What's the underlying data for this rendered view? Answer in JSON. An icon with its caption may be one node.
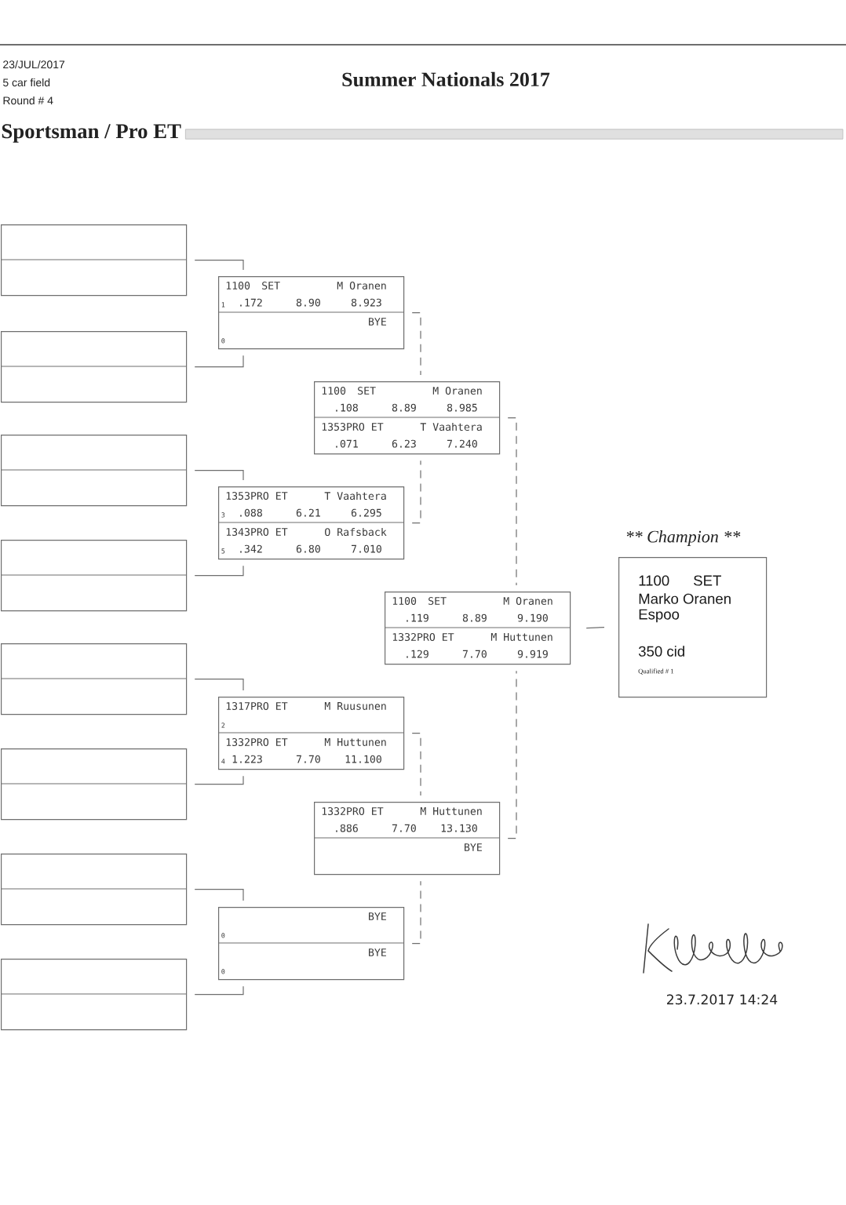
{
  "diagram": {
    "title": "Summer Nationals 2017",
    "nodes": [
      {
        "text": [],
        "shape": "box"
      },
      {
        "text": [],
        "shape": "box"
      },
      {
        "text": [],
        "shape": "box"
      },
      {
        "text": [],
        "shape": "box"
      },
      {
        "text": [],
        "shape": "box"
      },
      {
        "text": [],
        "shape": "box"
      },
      {
        "text": [],
        "shape": "box"
      },
      {
        "text": [],
        "shape": "box"
      },
      {
        "text": [
          "1100",
          "SET",
          "M Oranen",
          "1",
          ".172",
          "8.90",
          "8.923",
          "BYE",
          "0"
        ]
      },
      {
        "text": [
          "1353PRO ET",
          "T Vaahtera",
          "3",
          ".088",
          "6.21",
          "6.295",
          "1343PRO ET",
          "O Rafsback",
          "5",
          ".342",
          "6.80",
          "7.010"
        ]
      },
      {
        "text": [
          "1317PRO ET",
          "M Ruusunen",
          "2",
          "1332PRO ET",
          "M Huttunen",
          "4",
          "1.223",
          "7.70",
          "11.100"
        ]
      },
      {
        "text": [
          "BYE",
          "0",
          "BYE",
          "0"
        ]
      },
      {
        "text": [
          "1100",
          "SET",
          "M Oranen",
          ".108",
          "8.89",
          "8.985",
          "1353PRO ET",
          "T Vaahtera",
          ".071",
          "6.23",
          "7.240"
        ]
      },
      {
        "text": [
          "1332PRO ET",
          "M Huttunen",
          ".886",
          "7.70",
          "13.130",
          "BYE"
        ]
      },
      {
        "text": [
          "1100",
          "SET",
          "M Oranen",
          ".119",
          "8.89",
          "9.190",
          "1332PRO ET",
          "M Huttunen",
          ".129",
          "7.70",
          "9.919"
        ]
      },
      {
        "text": [
          "** Champion **",
          "1100",
          "SET",
          "Marko Oranen",
          "Espoo",
          "350 cid",
          "Qualified # 1"
        ]
      }
    ],
    "edges": [
      {
        "from": 0,
        "to": 8,
        "arrow": "none"
      },
      {
        "from": 1,
        "to": 8,
        "arrow": "none"
      },
      {
        "from": 2,
        "to": 9,
        "arrow": "none"
      },
      {
        "from": 3,
        "to": 9,
        "arrow": "none"
      },
      {
        "from": 4,
        "to": 10,
        "arrow": "none"
      },
      {
        "from": 5,
        "to": 10,
        "arrow": "none"
      },
      {
        "from": 6,
        "to": 11,
        "arrow": "none"
      },
      {
        "from": 7,
        "to": 11,
        "arrow": "none"
      },
      {
        "from": 8,
        "to": 12,
        "arrow": "none",
        "style": "dashed"
      },
      {
        "from": 9,
        "to": 12,
        "arrow": "none",
        "style": "dashed"
      },
      {
        "from": 10,
        "to": 13,
        "arrow": "none",
        "style": "dashed"
      },
      {
        "from": 11,
        "to": 13,
        "arrow": "none",
        "style": "dashed"
      },
      {
        "from": 12,
        "to": 14,
        "arrow": "none",
        "style": "dashed"
      },
      {
        "from": 13,
        "to": 14,
        "arrow": "none",
        "style": "dashed"
      },
      {
        "from": 14,
        "to": 15,
        "arrow": "none"
      }
    ],
    "labels": [
      "23/JUL/2017",
      "5 car field",
      "Round # 4",
      "Sportsman / Pro ET",
      "23.7.2017 14:24"
    ]
  }
}
